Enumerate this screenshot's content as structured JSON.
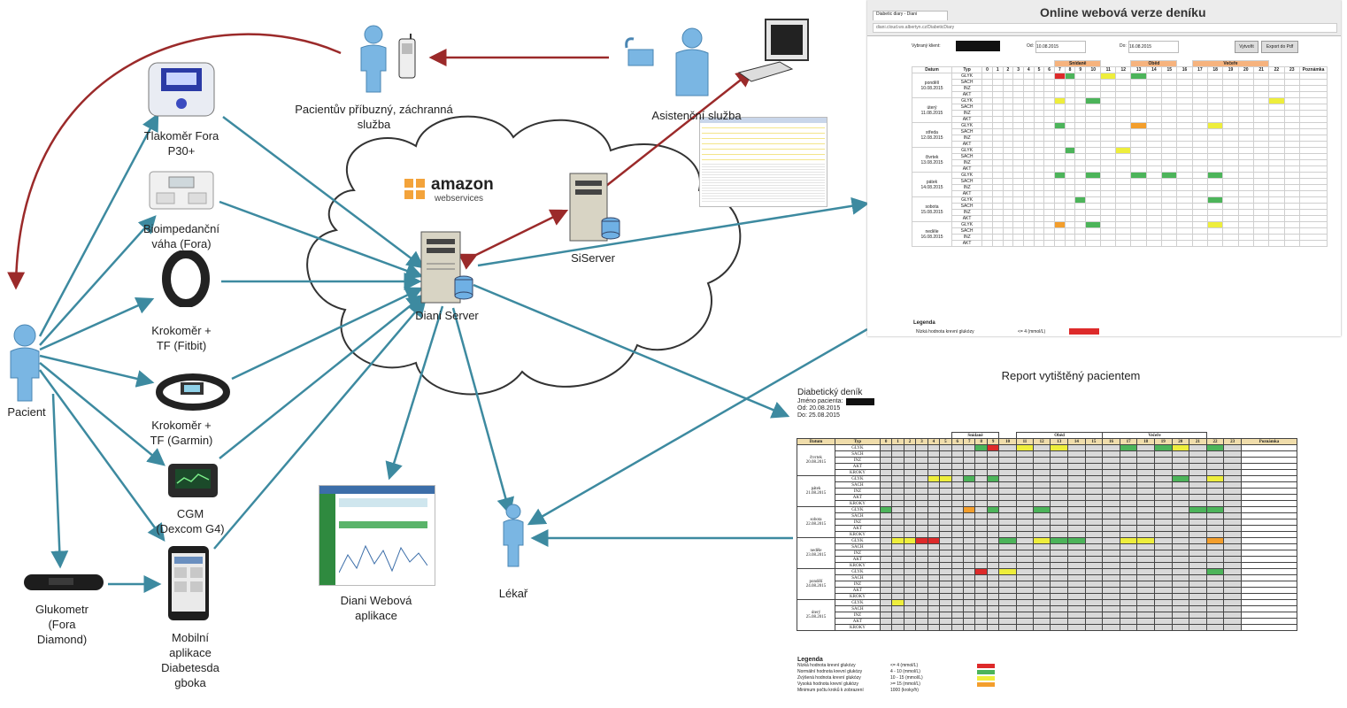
{
  "nodes": {
    "pacient": "Pacient",
    "tlakomer": "Tlakoměr Fora\nP30+",
    "bioimpedancni": "Bioimpedanční\nváha (Fora)",
    "fitbit": "Krokoměr +\nTF (Fitbit)",
    "garmin": "Krokoměr +\nTF (Garmin)",
    "cgm": "CGM\n(Dexcom G4)",
    "glukometr": "Glukometr\n(Fora\nDiamond)",
    "mobilni": "Mobilní\naplikace\nDiabetesda\ngboka",
    "webova": "Diani Webová\naplikace",
    "lekar": "Lékař",
    "diani_server": "Diani Server",
    "siserver": "SiServer",
    "asistencni": "Asistenční služba",
    "pribuzny": "Pacientův příbuzný, záchranná služba",
    "amazon_brand": "amazon",
    "amazon_sub": "webservices",
    "online_title": "Online webová verze deníku",
    "report_title": "Report vytištěný pacientem"
  },
  "online": {
    "tab": "Diabetic diary - Diani",
    "url": "diani.cloud.ws.albertyn.cz/DiabeticDiary",
    "filter_client": "Vybraný klient:",
    "filter_od": "Od:",
    "filter_od_val": "10.08.2015",
    "filter_do": "Do:",
    "filter_do_val": "16.08.2015",
    "btn_zobrazit": "Vytvořit",
    "btn_export": "Export do Pdf",
    "meals": [
      "Snídaně",
      "Oběd",
      "Večeře"
    ],
    "col_datum": "Datum",
    "col_typ": "Typ",
    "hours": [
      "0",
      "1",
      "2",
      "3",
      "4",
      "5",
      "6",
      "7",
      "8",
      "9",
      "10",
      "11",
      "12",
      "13",
      "14",
      "15",
      "16",
      "17",
      "18",
      "19",
      "20",
      "21",
      "22",
      "23"
    ],
    "col_pozn": "Poznámka",
    "days": [
      {
        "name": "pondělí",
        "date": "10.08.2015"
      },
      {
        "name": "úterý",
        "date": "11.08.2015"
      },
      {
        "name": "středa",
        "date": "12.08.2015"
      },
      {
        "name": "čtvrtek",
        "date": "13.08.2015"
      },
      {
        "name": "pátek",
        "date": "14.08.2015"
      },
      {
        "name": "sobota",
        "date": "15.08.2015"
      },
      {
        "name": "neděle",
        "date": "16.08.2015"
      }
    ],
    "types": [
      "GLYK",
      "SACH",
      "INZ",
      "AKT"
    ],
    "footer": "Legenda",
    "legend_low": "Nízká hodnota krevní glukózy",
    "legend_low_val": "<= 4 (mmol/L)"
  },
  "report": {
    "title": "Diabetický deník",
    "patient": "Jméno pacienta:",
    "od": "Od: 20.08.2015",
    "do": "Do: 25.08.2015",
    "meals": [
      "Snídaně",
      "Oběd",
      "Večeře"
    ],
    "col_datum": "Datum",
    "col_typ": "Typ",
    "col_pozn": "Poznámka",
    "days": [
      {
        "name": "čtvrtek",
        "date": "20.08.2015"
      },
      {
        "name": "pátek",
        "date": "21.08.2015"
      },
      {
        "name": "sobota",
        "date": "22.08.2015"
      },
      {
        "name": "neděle",
        "date": "23.08.2015"
      },
      {
        "name": "pondělí",
        "date": "24.08.2015"
      },
      {
        "name": "úterý",
        "date": "25.08.2015"
      }
    ],
    "types": [
      "GLYK",
      "SACH",
      "INZ",
      "AKT",
      "KROKY"
    ],
    "legend_title": "Legenda",
    "legend": [
      {
        "label": "Nízká hodnota krevní glukózy",
        "value": "<= 4 (mmol/L)",
        "color": "#dd2a2a"
      },
      {
        "label": "Normální hodnota krevní glukózy",
        "value": "4 - 10 (mmol/L)",
        "color": "#4cb45a"
      },
      {
        "label": "Zvýšená hodnota krevní glukózy",
        "value": "10 - 15 (mmol/L)",
        "color": "#eeee3c"
      },
      {
        "label": "Vysoká hodnota krevní glukózy",
        "value": ">= 15 (mmol/L)",
        "color": "#f39e2c"
      },
      {
        "label": "Minimum počtu kroků k zobrazení",
        "value": "1000 (kroky/h)",
        "color": ""
      }
    ]
  },
  "colors": {
    "teal": "#3d8aa0",
    "dark_red": "#9b2a2a"
  }
}
